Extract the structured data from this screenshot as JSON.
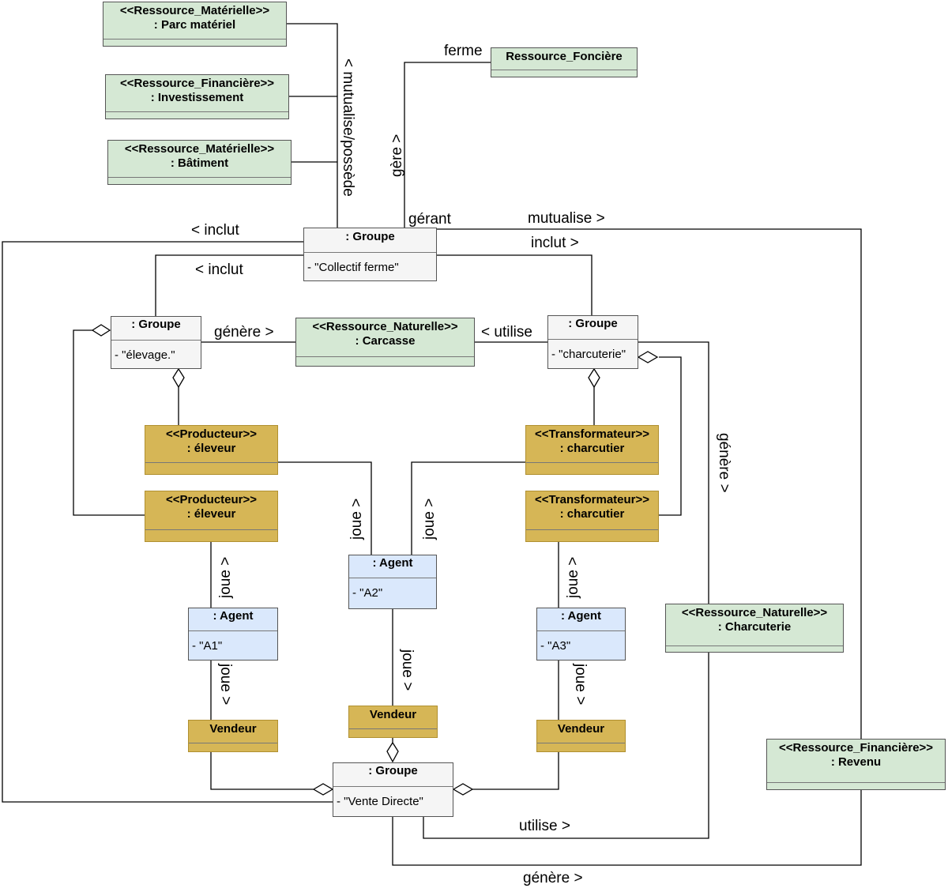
{
  "boxes": {
    "parc": {
      "title": "<<Ressource_Matérielle>>\n: Parc matériel",
      "attr": ""
    },
    "invest": {
      "title": "<<Ressource_Financière>>\n: Investissement",
      "attr": ""
    },
    "batiment": {
      "title": "<<Ressource_Matérielle>>\n: Bâtiment",
      "attr": ""
    },
    "fonciere": {
      "title": "Ressource_Foncière",
      "attr": ""
    },
    "collectif": {
      "title": ": Groupe",
      "attr": "- \"Collectif ferme\""
    },
    "elevage": {
      "title": ": Groupe",
      "attr": "- \"élevage.\""
    },
    "carcasse": {
      "title": "<<Ressource_Naturelle>>\n: Carcasse",
      "attr": ""
    },
    "charcuterie_g": {
      "title": ": Groupe",
      "attr": "- \"charcuterie\""
    },
    "prod1": {
      "title": "<<Producteur>>\n: éleveur",
      "attr": ""
    },
    "prod2": {
      "title": "<<Producteur>>\n: éleveur",
      "attr": ""
    },
    "trans1": {
      "title": "<<Transformateur>>\n: charcutier",
      "attr": ""
    },
    "trans2": {
      "title": "<<Transformateur>>\n: charcutier",
      "attr": ""
    },
    "agentA2": {
      "title": ": Agent",
      "attr": "- \"A2\""
    },
    "agentA1": {
      "title": ": Agent",
      "attr": "- \"A1\""
    },
    "agentA3": {
      "title": ": Agent",
      "attr": "- \"A3\""
    },
    "charcuterie_r": {
      "title": "<<Ressource_Naturelle>>\n: Charcuterie",
      "attr": ""
    },
    "vendeur1": {
      "title": "Vendeur",
      "attr": ""
    },
    "vendeur2": {
      "title": "Vendeur",
      "attr": ""
    },
    "vendeur3": {
      "title": "Vendeur",
      "attr": ""
    },
    "vente": {
      "title": ": Groupe",
      "attr": "- \"Vente Directe\""
    },
    "revenu": {
      "title": "<<Ressource_Financière>>\n: Revenu",
      "attr": ""
    }
  },
  "labels": {
    "mutualise_possede": "< mutualise/possède",
    "ferme": "ferme",
    "gere": "gère >",
    "gerant": "gérant",
    "mutualise": "mutualise >",
    "inclut_left_top": "< inclut",
    "inclut_right": "inclut >",
    "inclut_left": "< inclut",
    "genere_mid": "génère >",
    "utilise_mid": "< utilise",
    "genere_right": "génère >",
    "joue_1": "joue >",
    "joue_2": "joue >",
    "joue_3": "joue >",
    "joue_4": "joue >",
    "joue_5": "joue >",
    "joue_6": "joue >",
    "joue_7": "joue >",
    "utilise_bottom": "utilise >",
    "genere_bottom": "génère >"
  },
  "colors": {
    "green": "#d5e8d4",
    "grey": "#f5f5f5",
    "gold": "#d6b656",
    "blue": "#dae8fc",
    "line": "#000000"
  }
}
